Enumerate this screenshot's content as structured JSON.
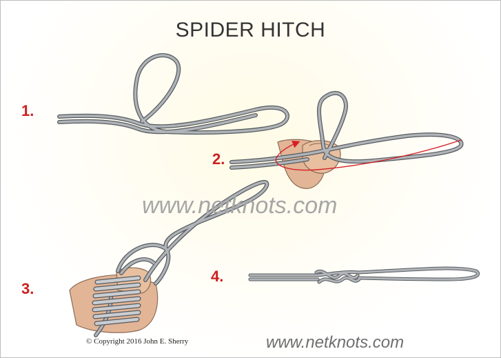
{
  "title": "SPIDER HITCH",
  "steps": [
    "1.",
    "2.",
    "3.",
    "4."
  ],
  "watermark_middle": "www.netknots.com",
  "watermark_bottom": "www.netknots.com",
  "copyright": "© Copyright  2016  John E. Sherry",
  "colors": {
    "rope": "#b0b4b8",
    "rope_outline": "#555a5e",
    "finger": "#e2b596",
    "step_number": "#cc1f1f",
    "arrow": "#d61f26"
  }
}
